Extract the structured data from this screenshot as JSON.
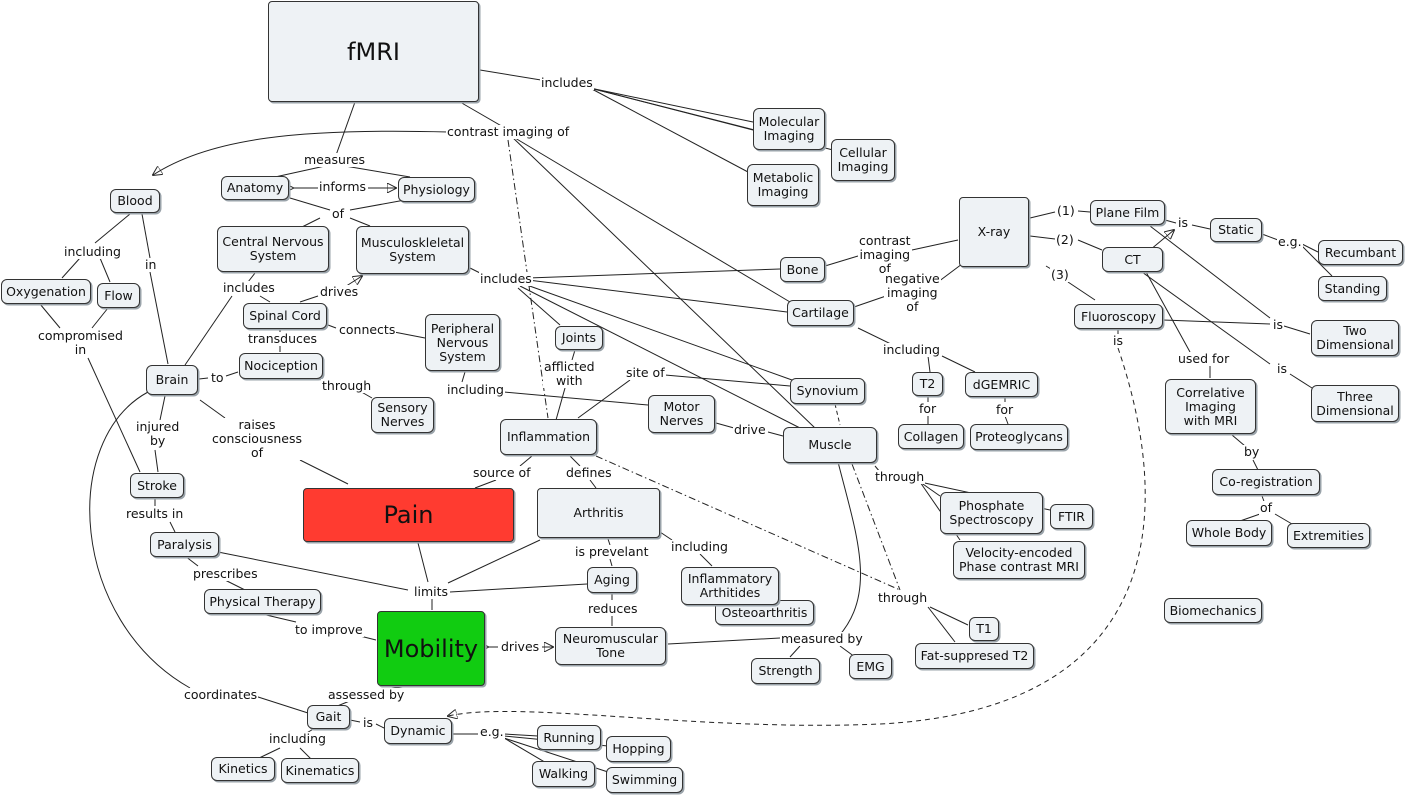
{
  "nodes": {
    "fmri": "fMRI",
    "molecular_imaging": "Molecular\nImaging",
    "cellular_imaging": "Cellular\nImaging",
    "metabolic_imaging": "Metabolic\nImaging",
    "blood": "Blood",
    "anatomy": "Anatomy",
    "physiology": "Physiology",
    "oxygenation": "Oxygenation",
    "flow": "Flow",
    "cns": "Central Nervous\nSystem",
    "msk": "Musculoskleletal\nSystem",
    "spinal_cord": "Spinal Cord",
    "pns": "Peripheral\nNervous\nSystem",
    "joints": "Joints",
    "brain": "Brain",
    "nociception": "Nociception",
    "sensory_nerves": "Sensory\nNerves",
    "inflammation": "Inflammation",
    "motor_nerves": "Motor\nNerves",
    "synovium": "Synovium",
    "muscle": "Muscle",
    "stroke": "Stroke",
    "pain": "Pain",
    "arthritis": "Arthritis",
    "paralysis": "Paralysis",
    "physical_therapy": "Physical Therapy",
    "mobility": "Mobility",
    "aging": "Aging",
    "inflammatory_arthritides": "Inflammatory\nArthitides",
    "osteoarthritis": "Osteoarthritis",
    "neuromuscular_tone": "Neuromuscular\nTone",
    "strength": "Strength",
    "emg": "EMG",
    "gait": "Gait",
    "dynamic": "Dynamic",
    "running": "Running",
    "hopping": "Hopping",
    "walking": "Walking",
    "swimming": "Swimming",
    "kinetics": "Kinetics",
    "kinematics": "Kinematics",
    "bone": "Bone",
    "cartilage": "Cartilage",
    "xray": "X-ray",
    "plane_film": "Plane Film",
    "static": "Static",
    "recumbant": "Recumbant",
    "standing": "Standing",
    "ct": "CT",
    "fluoroscopy": "Fluoroscopy",
    "two_dimensional": "Two\nDimensional",
    "three_dimensional": "Three\nDimensional",
    "correlative_imaging": "Correlative\nImaging\nwith MRI",
    "coregistration": "Co-registration",
    "whole_body": "Whole Body",
    "extremities": "Extremities",
    "biomechanics": "Biomechanics",
    "t2": "T2",
    "dgemric": "dGEMRIC",
    "collagen": "Collagen",
    "proteoglycans": "Proteoglycans",
    "phosphate_spectroscopy": "Phosphate\nSpectroscopy",
    "ftir": "FTIR",
    "velocity_mri": "Velocity-encoded\nPhase contrast MRI",
    "t1": "T1",
    "fat_suppressed_t2": "Fat-suppresed T2"
  },
  "links": {
    "includes_fmri": "includes",
    "contrast_imaging_of": "contrast imaging of",
    "measures": "measures",
    "informs": "informs",
    "of_anat": "of",
    "including_blood": "including",
    "in_blood": "in",
    "compromised_in": "compromised\nin",
    "includes_cns": "includes",
    "drives_sc": "drives",
    "transduces": "transduces",
    "connects": "connects",
    "to_brain": "to",
    "through_noci": "through",
    "including_pns": "including",
    "afflicted_with": "afflicted\nwith",
    "site_of": "site of",
    "includes_msk": "includes",
    "drive_motor": "drive",
    "injured_by": "injured\nby",
    "raises_consciousness_of": "raises\nconsciousness\nof",
    "source_of": "source of",
    "defines": "defines",
    "results_in": "results in",
    "prescribes": "prescribes",
    "limits": "limits",
    "is_prevelant": "is prevelant",
    "including_arth": "including",
    "reduces": "reduces",
    "to_improve": "to improve",
    "drives_mob": "drives",
    "measured_by": "measured by",
    "assessed_by": "assessed by",
    "coordinates": "coordinates",
    "is_gait": "is",
    "including_gait": "including",
    "eg_dynamic": "e.g.",
    "contrast_imaging_of_xray": "contrast\nimaging\nof",
    "negative_imaging_of": "negative\nimaging\nof",
    "num1": "(1)",
    "num2": "(2)",
    "num3": "(3)",
    "is_pf": "is",
    "eg_static": "e.g.",
    "is_two": "is",
    "is_three": "is",
    "is_fluoro": "is",
    "used_for": "used for",
    "by_corr": "by",
    "of_coreg": "of",
    "including_cart": "including",
    "for_t2": "for",
    "for_dgemric": "for",
    "through_muscle": "through",
    "through_t1": "through"
  }
}
